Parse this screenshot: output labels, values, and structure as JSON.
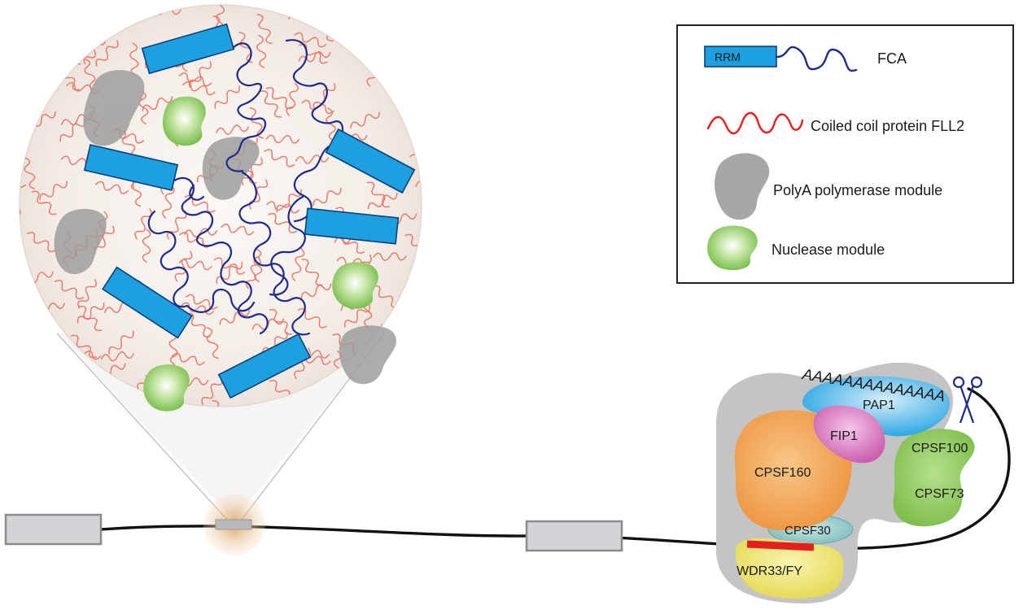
{
  "legend": {
    "rrm_label": "RRM",
    "fca_label": "FCA",
    "fll2_label": "Coiled coil protein FLL2",
    "polya_label": "PolyA polymerase module",
    "nuclease_label": "Nuclease module"
  },
  "complex": {
    "polya_tail": "AAAAAAAAAAAAAA",
    "pap1": "PAP1",
    "fip1": "FIP1",
    "cpsf160": "CPSF160",
    "cpsf100": "CPSF100",
    "cpsf73": "CPSF73",
    "cpsf30": "CPSF30",
    "wdr33": "WDR33/FY"
  },
  "colors": {
    "rrm_blue": "#1ca0e0",
    "fca_navy": "#1e2a8c",
    "fll2_red": "#e8503c",
    "polya_gray": "#9a9a9a",
    "nuclease_green": "#8cc85a",
    "condensate_bg": "#f3ece6",
    "complex_gray": "#c2c2c2",
    "pap1_blue": "#3aaee6",
    "fip1_magenta": "#d97bc0",
    "cpsf160_orange": "#f0a048",
    "cpsf_green": "#8cc85a",
    "cpsf30_teal": "#8fc8c8",
    "wdr33_yellow": "#ece46a",
    "binding_site_red": "#e61e1e"
  },
  "icons": [
    "scissors-icon"
  ]
}
